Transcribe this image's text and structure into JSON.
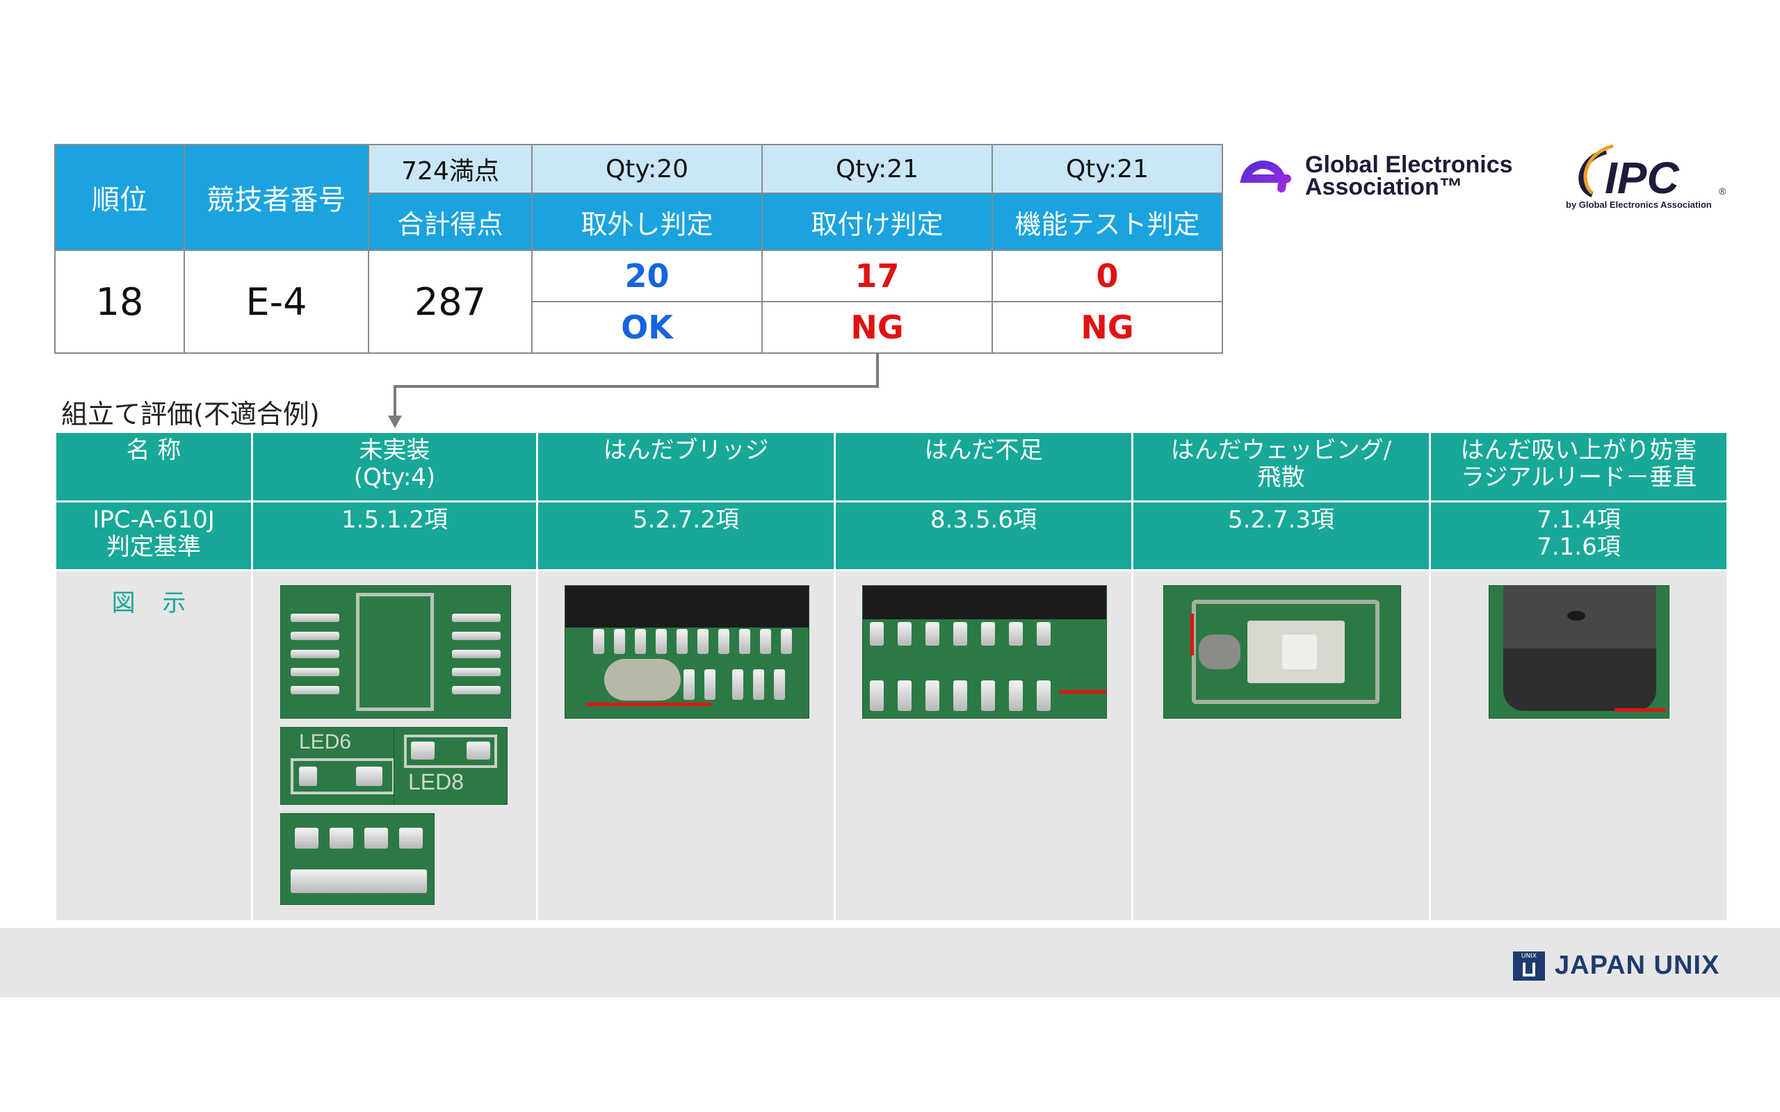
{
  "score_table": {
    "rank_header": "順位",
    "competitor_header": "競技者番号",
    "max_points_label": "724満点",
    "total_label": "合計得点",
    "qty": [
      "Qty:20",
      "Qty:21",
      "Qty:21"
    ],
    "judgements": [
      "取外し判定",
      "取付け判定",
      "機能テスト判定"
    ],
    "rank": "18",
    "competitor": "E-4",
    "total": "287",
    "scores": [
      "20",
      "17",
      "0"
    ],
    "results": [
      "OK",
      "NG",
      "NG"
    ]
  },
  "logos": {
    "gea_line1": "Global Electronics",
    "gea_line2": "Association™",
    "ipc": "IPC",
    "ipc_sub": "by Global Electronics Association"
  },
  "section_title": "組立て評価(不適合例)",
  "eval_table": {
    "name_header": "名 称",
    "standard_header_line1": "IPC-A-610J",
    "standard_header_line2": "判定基準",
    "figure_header": "図 示",
    "columns": [
      {
        "name1": "未実装",
        "name2": "(Qty:4)",
        "std1": "1.5.1.2項",
        "std2": ""
      },
      {
        "name1": "はんだブリッジ",
        "name2": "",
        "std1": "5.2.7.2項",
        "std2": ""
      },
      {
        "name1": "はんだ不足",
        "name2": "",
        "std1": "8.3.5.6項",
        "std2": ""
      },
      {
        "name1": "はんだウェッビング/",
        "name2": "飛散",
        "std1": "5.2.7.3項",
        "std2": ""
      },
      {
        "name1": "はんだ吸い上がり妨害",
        "name2": "ラジアルリード－垂直",
        "std1": "7.1.4項",
        "std2": "7.1.6項"
      }
    ],
    "photo_labels": [
      "LED6",
      "LED8"
    ]
  },
  "footer": {
    "brand": "JAPAN UNIX",
    "brand_box": "UNIX"
  },
  "colors": {
    "header_blue": "#1aa3de",
    "header_light": "#c9e7f7",
    "teal": "#17a897",
    "ok_blue": "#1565e0",
    "ng_red": "#e01212"
  }
}
